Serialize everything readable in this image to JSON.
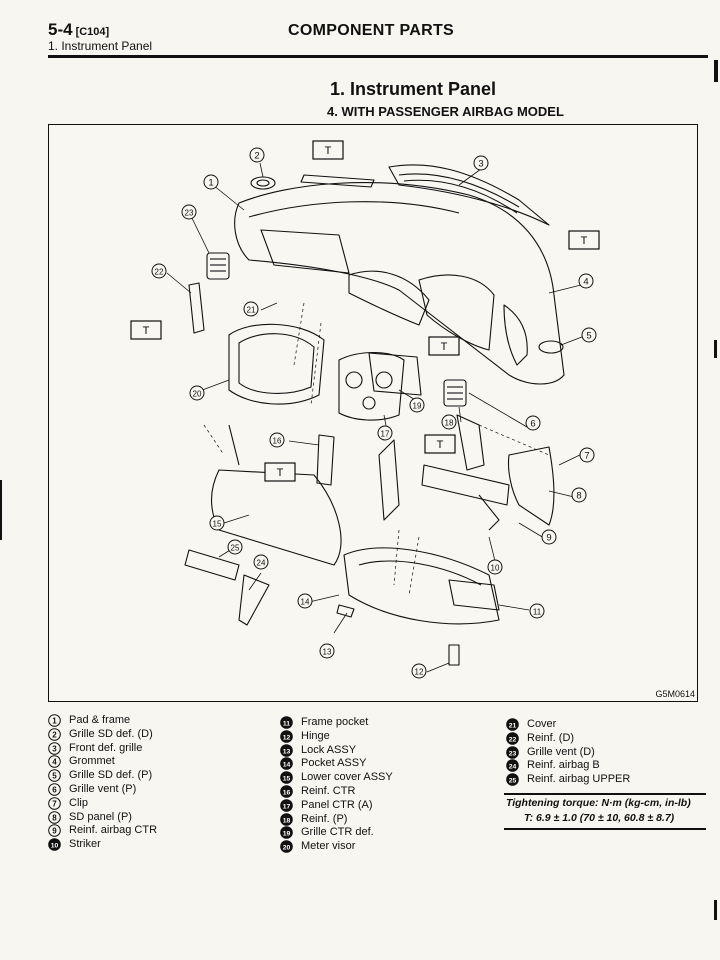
{
  "header": {
    "section_number": "5-4",
    "section_code": "[C104]",
    "subtitle": "1. Instrument Panel",
    "title": "COMPONENT PARTS"
  },
  "section": {
    "title": "1. Instrument Panel",
    "subtitle": "4. WITH PASSENGER AIRBAG MODEL"
  },
  "diagram": {
    "figure_code": "G5M0614",
    "torque_tag": "T"
  },
  "parts": [
    {
      "no": "1",
      "name": "Pad & frame"
    },
    {
      "no": "2",
      "name": "Grille SD def. (D)"
    },
    {
      "no": "3",
      "name": "Front def. grille"
    },
    {
      "no": "4",
      "name": "Grommet"
    },
    {
      "no": "5",
      "name": "Grille SD def. (P)"
    },
    {
      "no": "6",
      "name": "Grille vent (P)"
    },
    {
      "no": "7",
      "name": "Clip"
    },
    {
      "no": "8",
      "name": "SD panel (P)"
    },
    {
      "no": "9",
      "name": "Reinf. airbag CTR"
    },
    {
      "no": "10",
      "name": "Striker"
    },
    {
      "no": "11",
      "name": "Frame pocket"
    },
    {
      "no": "12",
      "name": "Hinge"
    },
    {
      "no": "13",
      "name": "Lock ASSY"
    },
    {
      "no": "14",
      "name": "Pocket ASSY"
    },
    {
      "no": "15",
      "name": "Lower cover ASSY"
    },
    {
      "no": "16",
      "name": "Reinf. CTR"
    },
    {
      "no": "17",
      "name": "Panel CTR (A)"
    },
    {
      "no": "18",
      "name": "Reinf. (P)"
    },
    {
      "no": "19",
      "name": "Grille CTR def."
    },
    {
      "no": "20",
      "name": "Meter visor"
    },
    {
      "no": "21",
      "name": "Cover"
    },
    {
      "no": "22",
      "name": "Reinf. (D)"
    },
    {
      "no": "23",
      "name": "Grille vent (D)"
    },
    {
      "no": "24",
      "name": "Reinf. airbag B"
    },
    {
      "no": "25",
      "name": "Reinf. airbag UPPER"
    }
  ],
  "torque": {
    "label": "Tightening torque: N·m (kg-cm, in-lb)",
    "value": "T:  6.9 ± 1.0 (70 ± 10, 60.8 ± 8.7)"
  }
}
